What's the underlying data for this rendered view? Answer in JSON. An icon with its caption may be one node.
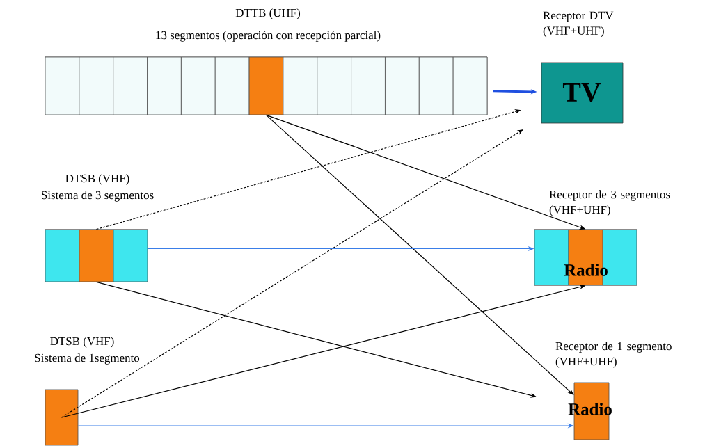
{
  "diagram": {
    "nodes": [
      {
        "text": [
          "DTTB (UHF)",
          "13 segmentos (operación con recepción parcial)"
        ]
      },
      {
        "text": [],
        "shape": "box",
        "in": 0
      },
      {
        "text": [],
        "shape": "box",
        "in": 0
      },
      {
        "text": [],
        "shape": "box",
        "in": 0
      },
      {
        "text": [],
        "shape": "box",
        "in": 0
      },
      {
        "text": [],
        "shape": "box",
        "in": 0
      },
      {
        "text": [],
        "shape": "box",
        "in": 0
      },
      {
        "text": [],
        "shape": "box",
        "in": 0
      },
      {
        "text": [],
        "shape": "box",
        "in": 0
      },
      {
        "text": [],
        "shape": "box",
        "in": 0
      },
      {
        "text": [],
        "shape": "box",
        "in": 0
      },
      {
        "text": [],
        "shape": "box",
        "in": 0
      },
      {
        "text": [],
        "shape": "box",
        "in": 0
      },
      {
        "text": [],
        "shape": "box",
        "in": 0
      },
      {
        "text": [
          "Receptor DTV (VHF+UHF)",
          "TV"
        ]
      },
      {
        "text": [
          "DTSB (VHF)",
          "Sistema de 3 segmentos"
        ]
      },
      {
        "text": [],
        "shape": "box",
        "in": 15
      },
      {
        "text": [],
        "shape": "box",
        "in": 15
      },
      {
        "text": [],
        "shape": "box",
        "in": 15
      },
      {
        "text": [
          "Receptor de 3 segmentos (VHF+UHF)"
        ]
      },
      {
        "text": [],
        "shape": "box",
        "in": 19
      },
      {
        "text": [
          "Radio"
        ],
        "in": 19
      },
      {
        "text": [],
        "shape": "box",
        "in": 19
      },
      {
        "text": [
          "DTSB (VHF)",
          "Sistema de 1segmento"
        ]
      },
      {
        "text": [
          "Receptor de 1 segmento (VHF+UHF)",
          "Radio"
        ]
      }
    ],
    "edges": [
      {
        "from": 0,
        "to": 14,
        "arrow": "to",
        "style": "thick",
        "color": "#1f4fe0"
      },
      {
        "from": 7,
        "to": 21,
        "arrow": "to"
      },
      {
        "from": 7,
        "to": 24,
        "arrow": "to"
      },
      {
        "from": 17,
        "to": 14,
        "arrow": "to",
        "style": "dashed"
      },
      {
        "from": 23,
        "to": 14,
        "arrow": "to",
        "style": "dashed"
      },
      {
        "from": 17,
        "to": 24,
        "arrow": "to"
      },
      {
        "from": 23,
        "to": 21,
        "arrow": "to"
      },
      {
        "from": 15,
        "to": 19,
        "arrow": "to",
        "color": "#3a7ee8"
      },
      {
        "from": 23,
        "to": 24,
        "arrow": "to",
        "color": "#3a7ee8"
      }
    ]
  }
}
